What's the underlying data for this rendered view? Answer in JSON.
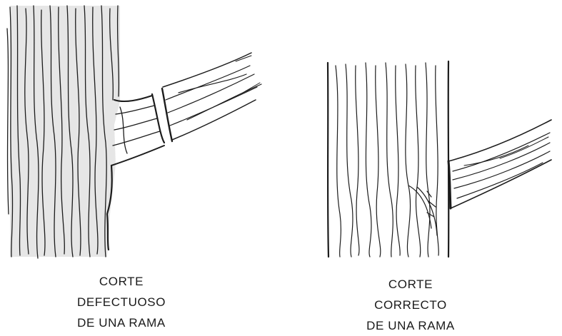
{
  "panels": [
    {
      "id": "left",
      "caption_lines": [
        "CORTE",
        "DEFECTUOSO",
        "DE UNA RAMA"
      ]
    },
    {
      "id": "right",
      "caption_lines": [
        "CORTE",
        "CORRECTO",
        "DE UNA RAMA"
      ]
    }
  ],
  "colors": {
    "ink": "#1c1c1c",
    "background": "#ffffff",
    "shading": "#e6e6e6"
  }
}
